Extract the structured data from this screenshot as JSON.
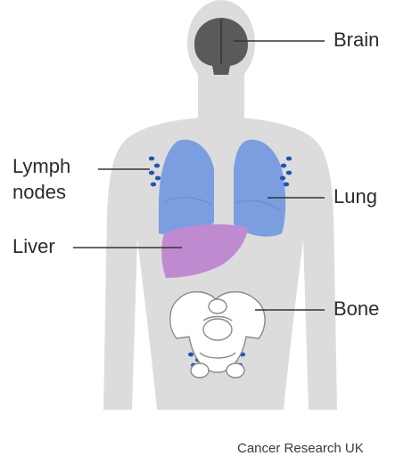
{
  "labels": {
    "brain": "Brain",
    "lymph_line1": "Lymph",
    "lymph_line2": "nodes",
    "lung": "Lung",
    "liver": "Liver",
    "bone": "Bone"
  },
  "credit": "Cancer Research UK",
  "colors": {
    "body": "#dcdcdc",
    "brain": "#5a5a5a",
    "lung": "#7b9ee0",
    "liver": "#c08ad0",
    "lymph_nodes": "#1e56b0",
    "bone_outline": "#8a8a8a",
    "label_lines": "#333333"
  }
}
